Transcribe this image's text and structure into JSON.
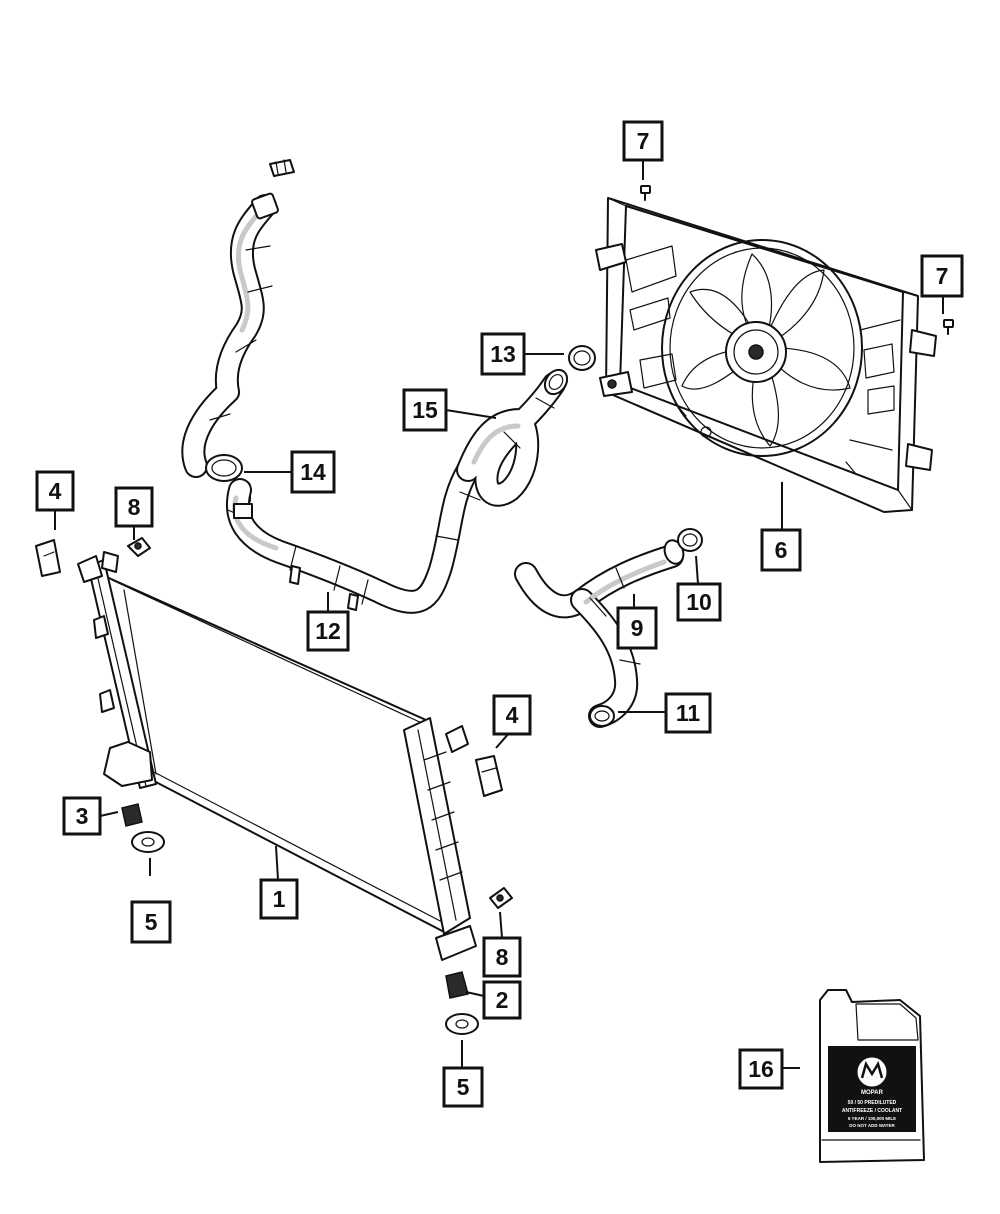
{
  "diagram": {
    "callouts": [
      {
        "id": "c1",
        "label": "1"
      },
      {
        "id": "c2",
        "label": "2"
      },
      {
        "id": "c3",
        "label": "3"
      },
      {
        "id": "c4a",
        "label": "4"
      },
      {
        "id": "c4b",
        "label": "4"
      },
      {
        "id": "c5a",
        "label": "5"
      },
      {
        "id": "c5b",
        "label": "5"
      },
      {
        "id": "c6",
        "label": "6"
      },
      {
        "id": "c7a",
        "label": "7"
      },
      {
        "id": "c7b",
        "label": "7"
      },
      {
        "id": "c8a",
        "label": "8"
      },
      {
        "id": "c8b",
        "label": "8"
      },
      {
        "id": "c9",
        "label": "9"
      },
      {
        "id": "c10",
        "label": "10"
      },
      {
        "id": "c11",
        "label": "11"
      },
      {
        "id": "c12",
        "label": "12"
      },
      {
        "id": "c13",
        "label": "13"
      },
      {
        "id": "c14",
        "label": "14"
      },
      {
        "id": "c15",
        "label": "15"
      },
      {
        "id": "c16",
        "label": "16"
      }
    ],
    "jug_label": {
      "brand": "MOPAR",
      "line1": "50 / 50 PREDILUTED",
      "line2": "ANTIFREEZE / COOLANT",
      "line3": "5 YEAR / 100,000 MILE",
      "line4": "DO NOT ADD WATER"
    }
  }
}
